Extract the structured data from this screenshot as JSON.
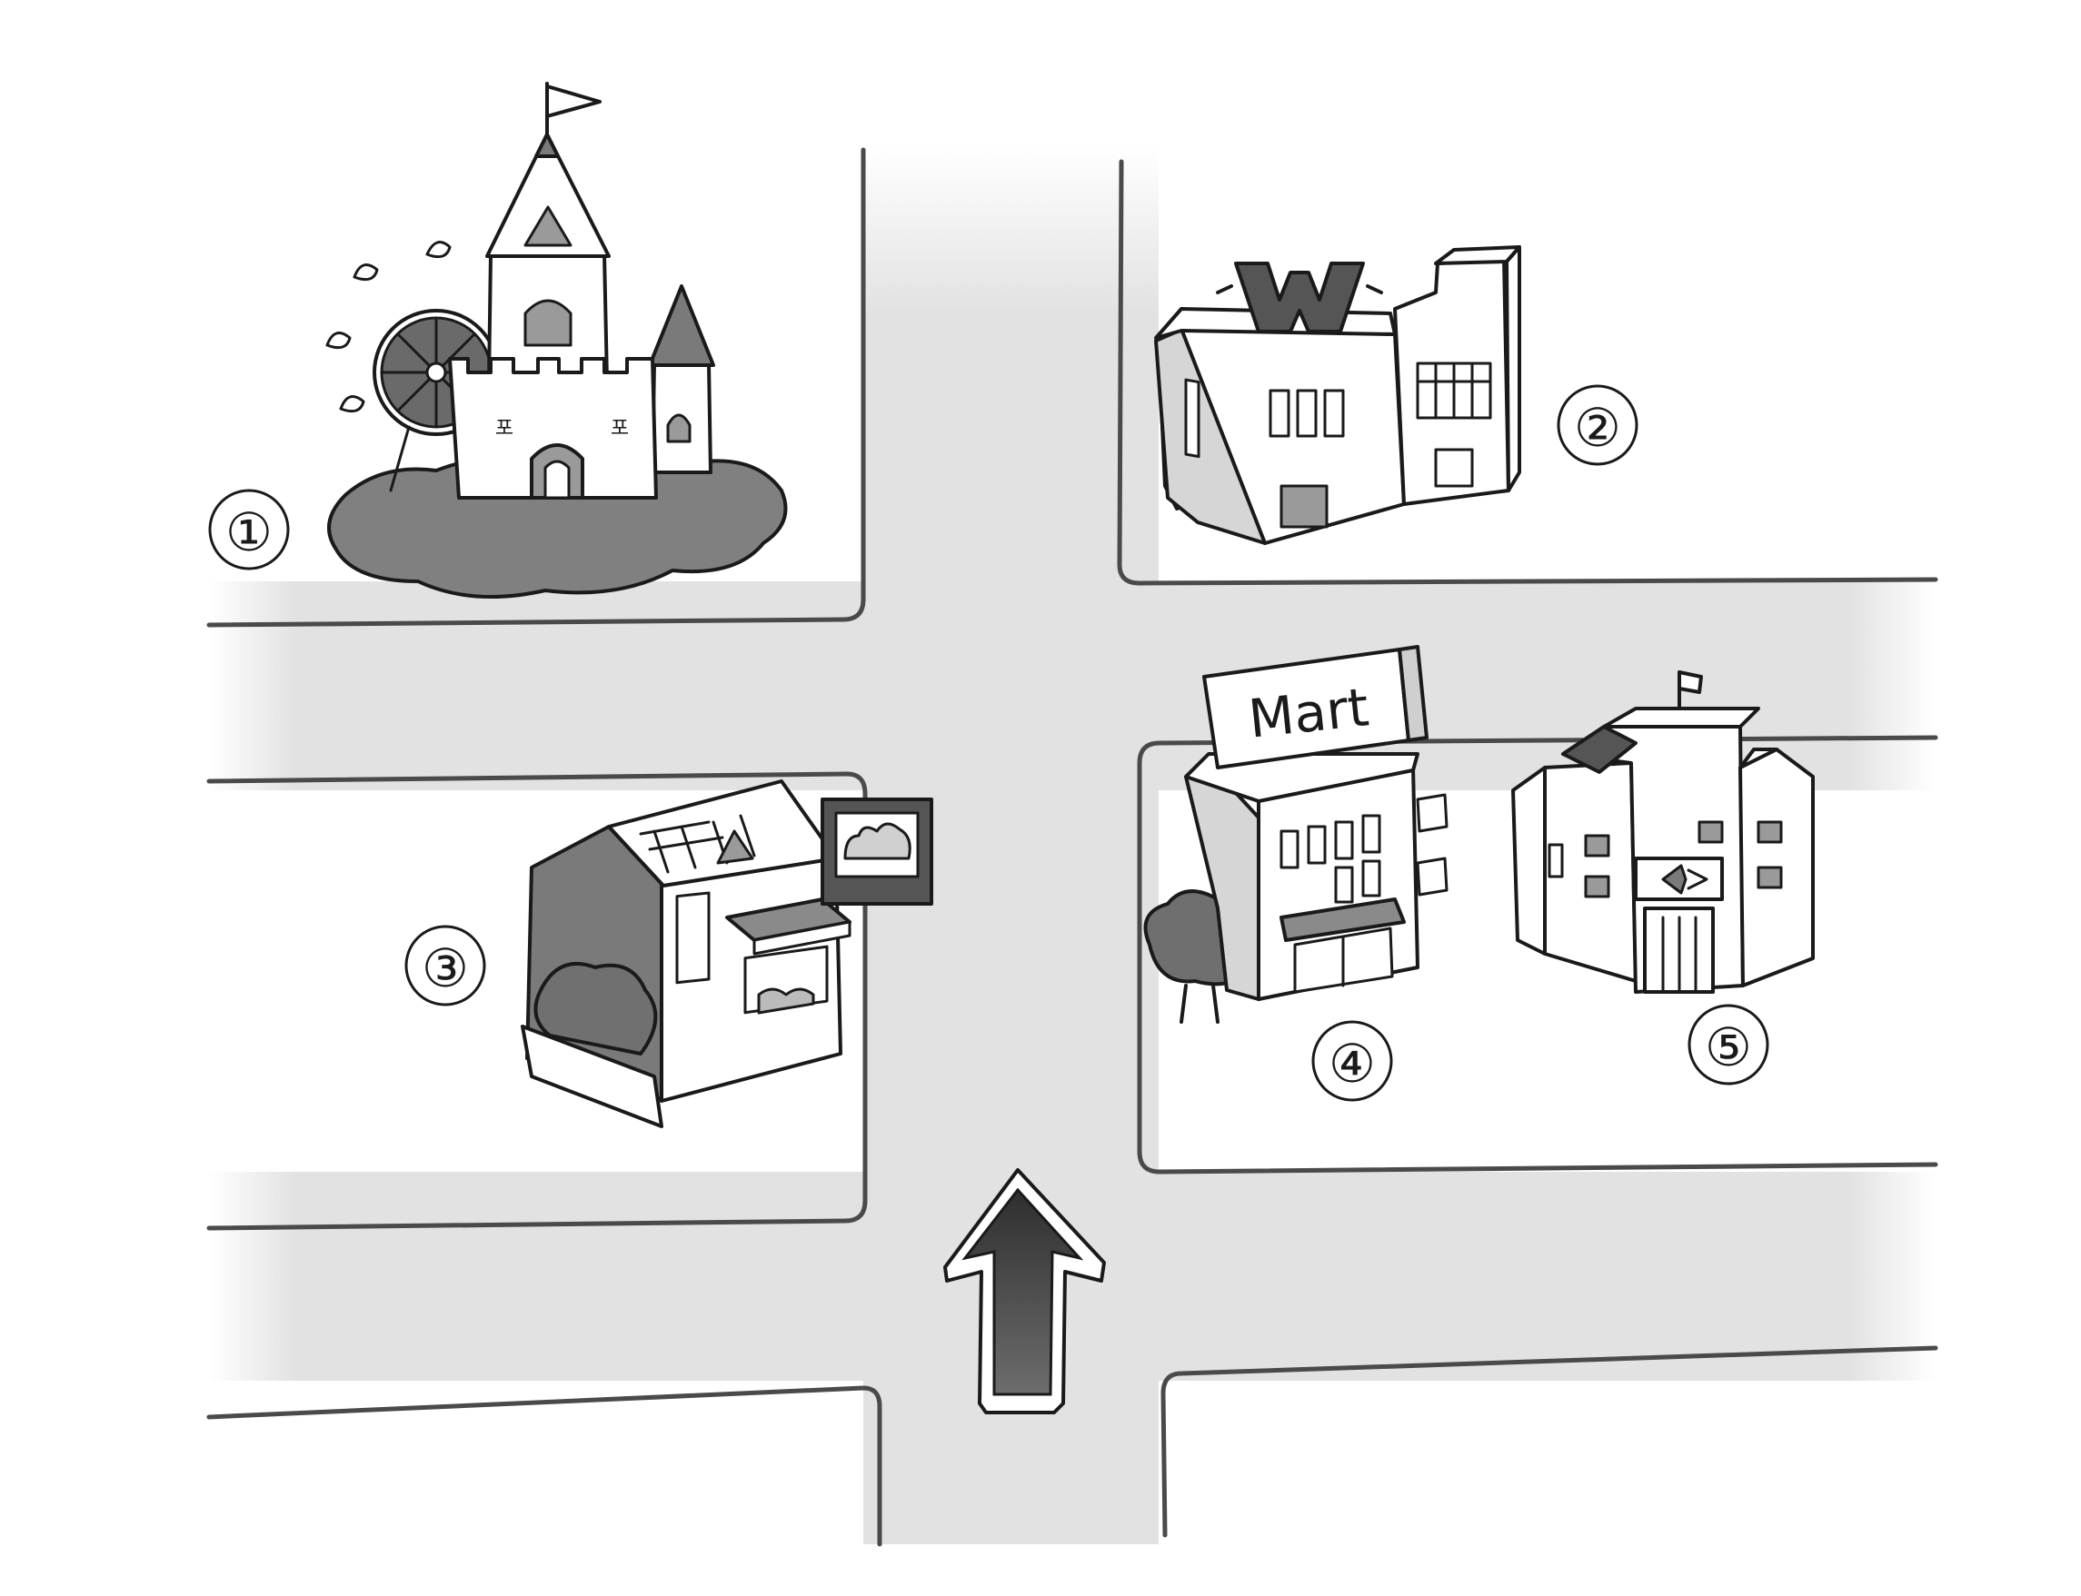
{
  "map": {
    "markers": {
      "m1": "①",
      "m2": "②",
      "m3": "③",
      "m4": "④",
      "m5": "⑤"
    },
    "mart_sign": "Mart",
    "castle_signs": [
      "포",
      "포"
    ],
    "colors": {
      "road": "#e2e2e2",
      "block": "#ffffff",
      "ink": "#1a1a1a",
      "shade": "#7a7a7a",
      "arrow": "#5c5c5c"
    },
    "icons": [
      "castle-icon",
      "ferris-wheel-icon",
      "building-icon",
      "bakery-icon",
      "mart-icon",
      "school-icon",
      "up-arrow-icon"
    ]
  }
}
